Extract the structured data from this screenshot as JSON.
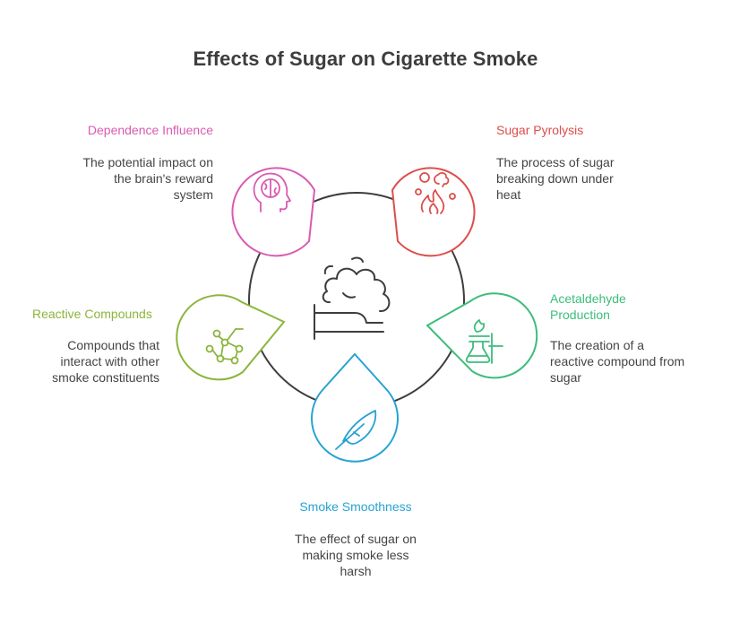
{
  "title": "Effects of Sugar on Cigarette Smoke",
  "center": {
    "icon": "smoke-cigarette-icon"
  },
  "colors": {
    "pink": "#d95bb1",
    "red": "#dc4e4b",
    "green": "#3dbd7a",
    "blue": "#27a3d3",
    "olive": "#8cb53c",
    "circle": "#3d3d3d"
  },
  "items": [
    {
      "label": "Dependence Influence",
      "description": "The potential impact on the brain's reward system",
      "icon": "brain-head-icon",
      "color": "#d95bb1"
    },
    {
      "label": "Sugar Pyrolysis",
      "description": "The process of sugar breaking down under heat",
      "icon": "fire-bubbles-icon",
      "color": "#dc4e4b"
    },
    {
      "label": "Acetaldehyde Production",
      "description": "The creation of a reactive compound from sugar",
      "icon": "lab-flask-burner-icon",
      "color": "#3dbd7a"
    },
    {
      "label": "Smoke Smoothness",
      "description": "The effect of sugar on making smoke less harsh",
      "icon": "feather-icon",
      "color": "#27a3d3"
    },
    {
      "label": "Reactive Compounds",
      "description": "Compounds that interact with other smoke constituents",
      "icon": "molecule-network-icon",
      "color": "#8cb53c"
    }
  ],
  "text_lines": {
    "dependence": [
      "The potential impact on",
      "the brain's reward",
      "system"
    ],
    "pyrolysis": [
      "The process of sugar",
      "breaking down under",
      "heat"
    ],
    "acetaldehyde_label": [
      "Acetaldehyde",
      "Production"
    ],
    "acetaldehyde": [
      "The creation of a",
      "reactive compound from",
      "sugar"
    ],
    "smoothness": [
      "The effect of sugar on",
      "making smoke less",
      "harsh"
    ],
    "reactive": [
      "Compounds that",
      "interact with other",
      "smoke constituents"
    ]
  }
}
